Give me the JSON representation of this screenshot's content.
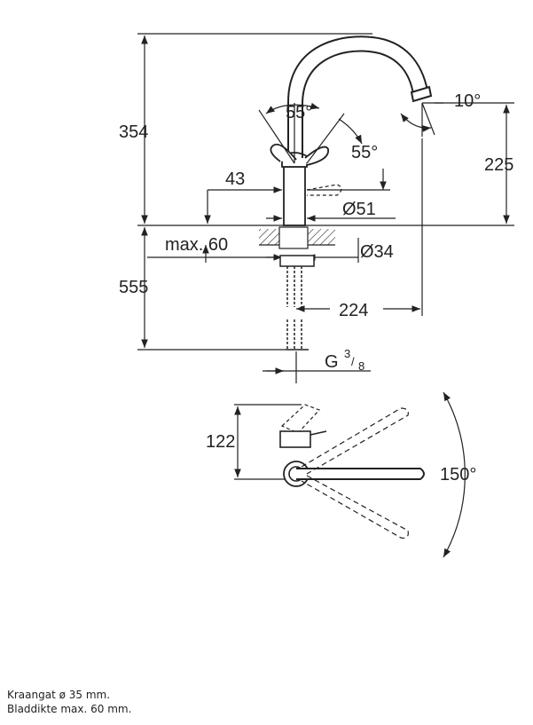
{
  "dimensions": {
    "total_height": "354",
    "spout_height": "225",
    "lever_angle_rear": "55°",
    "lever_angle_front": "55°",
    "spout_tilt": "10°",
    "offset_43": "43",
    "body_diameter": "Ø51",
    "max_thickness": "max. 60",
    "shank_diameter": "Ø34",
    "hose_length": "555",
    "reach": "224",
    "thread_G": "G",
    "thread_num": "3",
    "thread_den": "8",
    "top_width": "122",
    "swivel_angle": "150°"
  },
  "notes": {
    "line1": "Kraangat ø 35 mm.",
    "line2": "Bladdikte max. 60 mm."
  }
}
